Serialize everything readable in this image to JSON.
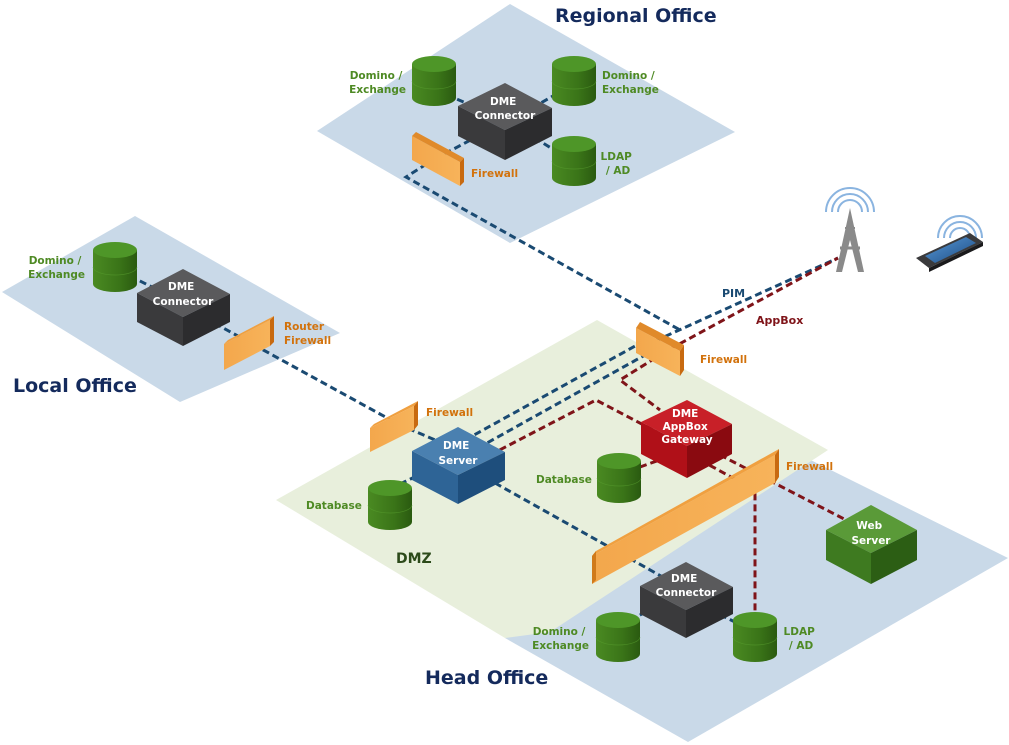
{
  "colors": {
    "office_plane": "#c9d9e8",
    "dmz_plane": "#e8efdc",
    "title": "#142a5c",
    "storage_label": "#4e8a24",
    "firewall_label": "#d2720c",
    "pim_line": "#1a4a72",
    "appbox_line": "#7f1419",
    "dmz_label": "#2c4a1a"
  },
  "zones": {
    "regional": "Regional Office",
    "local": "Local Office",
    "head": "Head Office",
    "dmz": "DMZ"
  },
  "regional_office": {
    "connector": [
      "DME",
      "Connector"
    ],
    "storage_left": [
      "Domino /",
      "Exchange"
    ],
    "storage_right": [
      "Domino /",
      "Exchange"
    ],
    "ldap": [
      "LDAP",
      "/ AD"
    ],
    "firewall": "Firewall"
  },
  "local_office": {
    "connector": [
      "DME",
      "Connector"
    ],
    "storage": [
      "Domino /",
      "Exchange"
    ],
    "firewall": [
      "Router",
      "Firewall"
    ]
  },
  "dmz": {
    "server": [
      "DME",
      "Server"
    ],
    "server_db": "Database",
    "gateway": [
      "DME",
      "AppBox",
      "Gateway"
    ],
    "gateway_db": "Database",
    "firewall_left": "Firewall",
    "firewall_top": "Firewall",
    "firewall_right": "Firewall"
  },
  "head_office": {
    "connector": [
      "DME",
      "Connector"
    ],
    "storage": [
      "Domino /",
      "Exchange"
    ],
    "ldap": [
      "LDAP",
      "/ AD"
    ],
    "web_server": [
      "Web",
      "Server"
    ]
  },
  "links": {
    "pim": "PIM",
    "appbox": "AppBox"
  },
  "icons": {
    "tower": "cell-tower-icon",
    "phone": "smartphone-icon"
  }
}
